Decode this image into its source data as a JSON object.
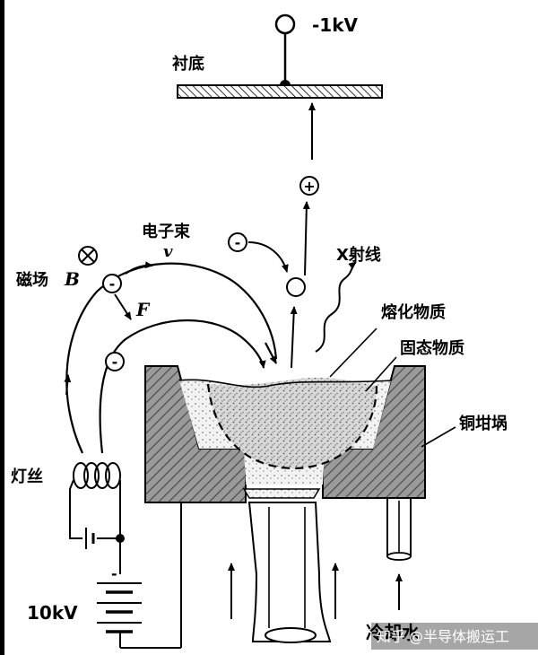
{
  "labels": {
    "voltage_top": "-1kV",
    "substrate": "衬底",
    "electron_beam": "电子束",
    "velocity": "v",
    "magnetic_field": "磁场",
    "magnetic_field_symbol": "B",
    "force": "F",
    "xray": "X射线",
    "molten": "熔化物质",
    "solid": "固态物质",
    "crucible": "铜坩埚",
    "filament": "灯丝",
    "voltage_bottom": "10kV",
    "cooling_water": "冷却水",
    "plus_sign": "+",
    "minus_sign": "-",
    "cross_symbol": "⊗"
  },
  "watermark": {
    "site": "知乎",
    "author": "@半导体搬运工"
  }
}
